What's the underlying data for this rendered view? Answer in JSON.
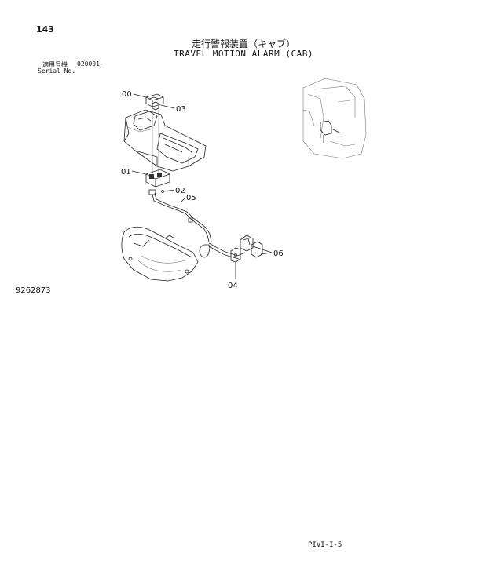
{
  "header": {
    "page_number": "143",
    "title_jp": "走行警報装置（キャブ）",
    "title_en": "TRAVEL MOTION ALARM (CAB)",
    "serial_label_jp": "適用号機",
    "serial_range": "020001-",
    "serial_label_en": "Serial No."
  },
  "diagram": {
    "callouts": [
      "00",
      "03",
      "01",
      "02",
      "05",
      "06",
      "04"
    ]
  },
  "footer": {
    "drawing_number": "9262873",
    "page_code": "PIVI-I-5"
  }
}
